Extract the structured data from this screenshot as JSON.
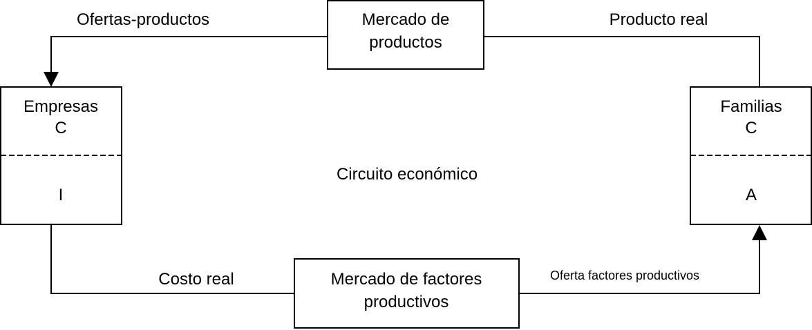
{
  "diagram": {
    "center_label": "Circuito económico",
    "nodes": {
      "empresas": {
        "title": "Empresas",
        "top": "C",
        "bottom": "I"
      },
      "familias": {
        "title": "Familias",
        "top": "C",
        "bottom": "A"
      },
      "mercado_productos": {
        "line1": "Mercado de",
        "line2": "productos"
      },
      "mercado_factores": {
        "line1": "Mercado de factores",
        "line2": "productivos"
      }
    },
    "flows": {
      "ofertas_productos": "Ofertas-productos",
      "producto_real": "Producto real",
      "costo_real": "Costo real",
      "oferta_factores": "Oferta factores productivos"
    }
  }
}
